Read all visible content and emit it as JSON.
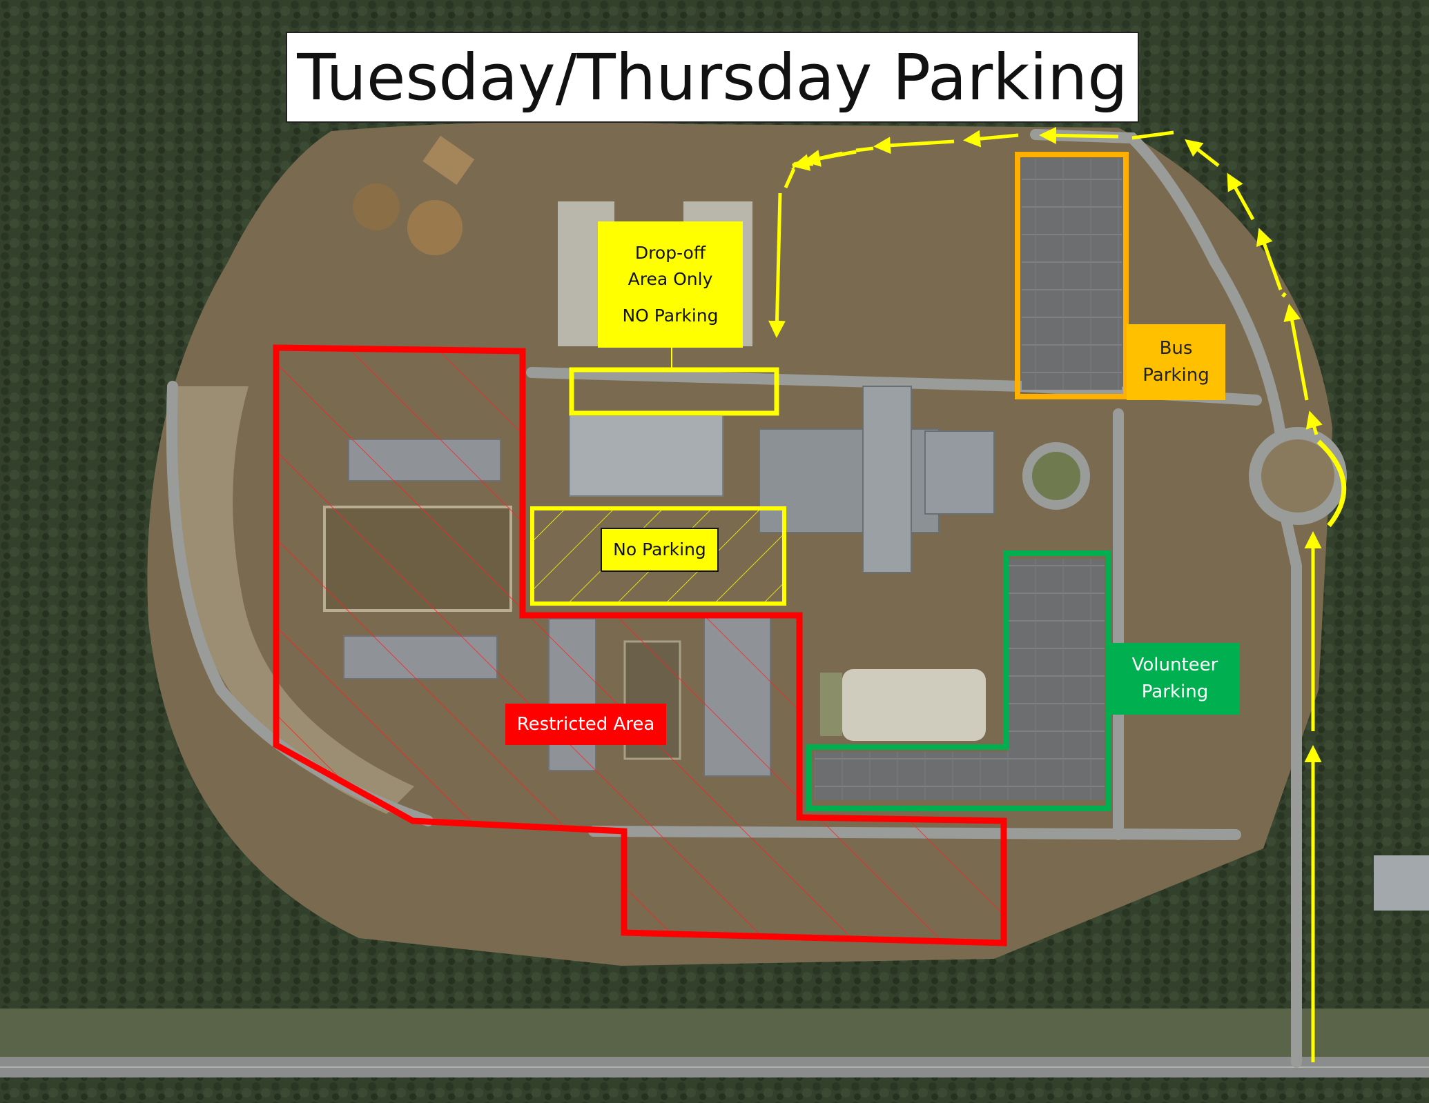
{
  "title": "Tuesday/Thursday Parking",
  "labels": {
    "dropoff": {
      "line1": "Drop-off",
      "line2": "Area Only",
      "line3": "NO Parking"
    },
    "no_parking": "No Parking",
    "bus": {
      "line1": "Bus",
      "line2": "Parking"
    },
    "volunteer": {
      "line1": "Volunteer",
      "line2": "Parking"
    },
    "restricted": "Restricted Area"
  },
  "colors": {
    "dropoff": "#ffff00",
    "no_parking": "#ffff00",
    "bus": "#ffc000",
    "volunteer": "#00b050",
    "restricted": "#ff0000",
    "route_arrows": "#ffff00"
  }
}
